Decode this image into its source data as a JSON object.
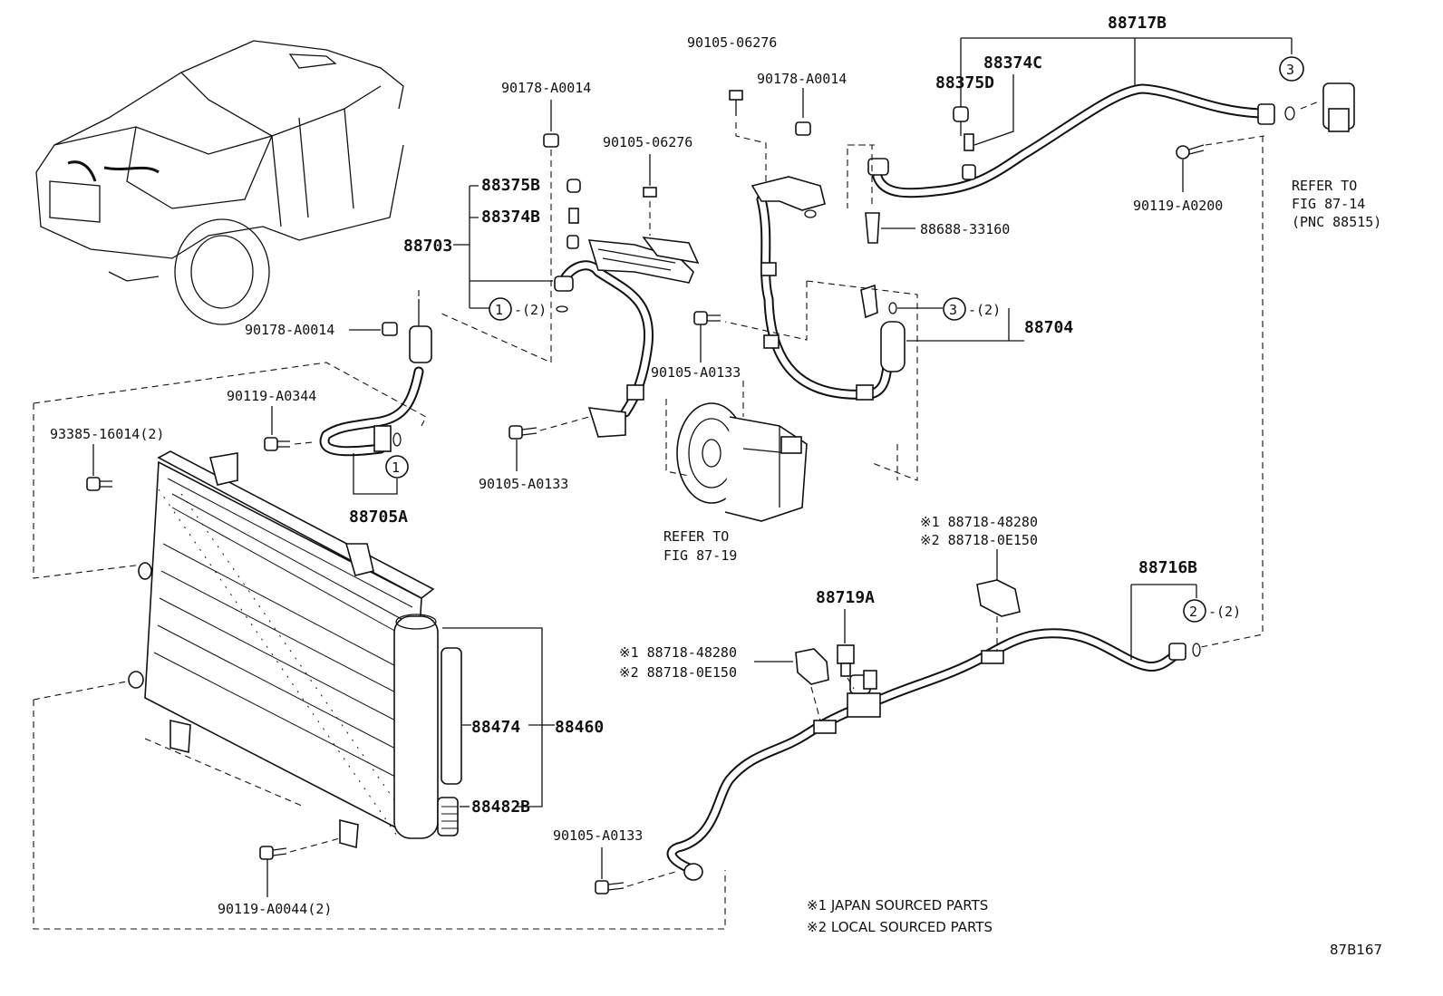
{
  "labels": {
    "p88717B": "88717B",
    "p88374C": "88374C",
    "p88375D": "88375D",
    "p90105_06276_top": "90105-06276",
    "p90178_A0014_mid": "90178-A0014",
    "p90178_A0014_left": "90178-A0014",
    "p90105_06276_left": "90105-06276",
    "p88375B": "88375B",
    "p88374B": "88374B",
    "p88703": "88703",
    "p90178_A0014_low": "90178-A0014",
    "p88688_33160": "88688-33160",
    "p90119_A0200": "90119-A0200",
    "p88704": "88704",
    "p90105_A0133_a": "90105-A0133",
    "p90119_A0344": "90119-A0344",
    "p93385_16014": "93385-16014(2)",
    "p90105_A0133_b": "90105-A0133",
    "p88705A": "88705A",
    "p88718_48280_right": "※1 88718-48280",
    "p88718_0E150_right": "※2 88718-0E150",
    "p88716B": "88716B",
    "p88719A": "88719A",
    "p88718_48280_left": "※1 88718-48280",
    "p88718_0E150_left": "※2 88718-0E150",
    "p88474": "88474",
    "p88460": "88460",
    "p88482B": "88482B",
    "p90105_A0133_c": "90105-A0133",
    "p90119_A0044": "90119-A0044(2)"
  },
  "refs": {
    "fig87_14_line1": "REFER TO",
    "fig87_14_line2": "FIG 87-14",
    "fig87_14_line3": "(PNC 88515)",
    "fig87_19_line1": "REFER TO",
    "fig87_19_line2": "FIG 87-19"
  },
  "circled": {
    "c1_top": "1",
    "c1_top_qty": "-(2)",
    "c1_bottom": "1",
    "c2": "2",
    "c2_qty": "-(2)",
    "c3_top": "3",
    "c3_mid": "3",
    "c3_mid_qty": "-(2)"
  },
  "notes": {
    "note1": "※1  JAPAN SOURCED PARTS",
    "note2": "※2  LOCAL SOURCED PARTS"
  },
  "figure_id": "87B167"
}
